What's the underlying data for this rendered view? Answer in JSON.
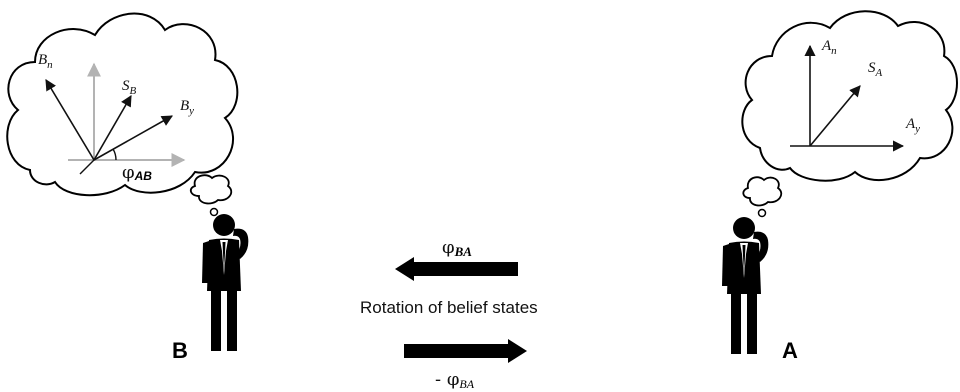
{
  "person_b": {
    "label": "B",
    "vectors": {
      "bn": "B",
      "bn_sub": "n",
      "sb": "S",
      "sb_sub": "B",
      "by": "B",
      "by_sub": "y"
    },
    "angle": {
      "symbol": "φ",
      "sub": "AB"
    }
  },
  "person_a": {
    "label": "A",
    "vectors": {
      "an": "A",
      "an_sub": "n",
      "sa": "S",
      "sa_sub": "A",
      "ay": "A",
      "ay_sub": "y"
    }
  },
  "arrows": {
    "top": {
      "symbol": "φ",
      "sub": "BA"
    },
    "caption": "Rotation of belief states",
    "bottom": {
      "prefix": "- ",
      "symbol": "φ",
      "sub": "BA"
    }
  },
  "colors": {
    "ink": "#000000",
    "gray_axis": "#b3b3b3"
  }
}
